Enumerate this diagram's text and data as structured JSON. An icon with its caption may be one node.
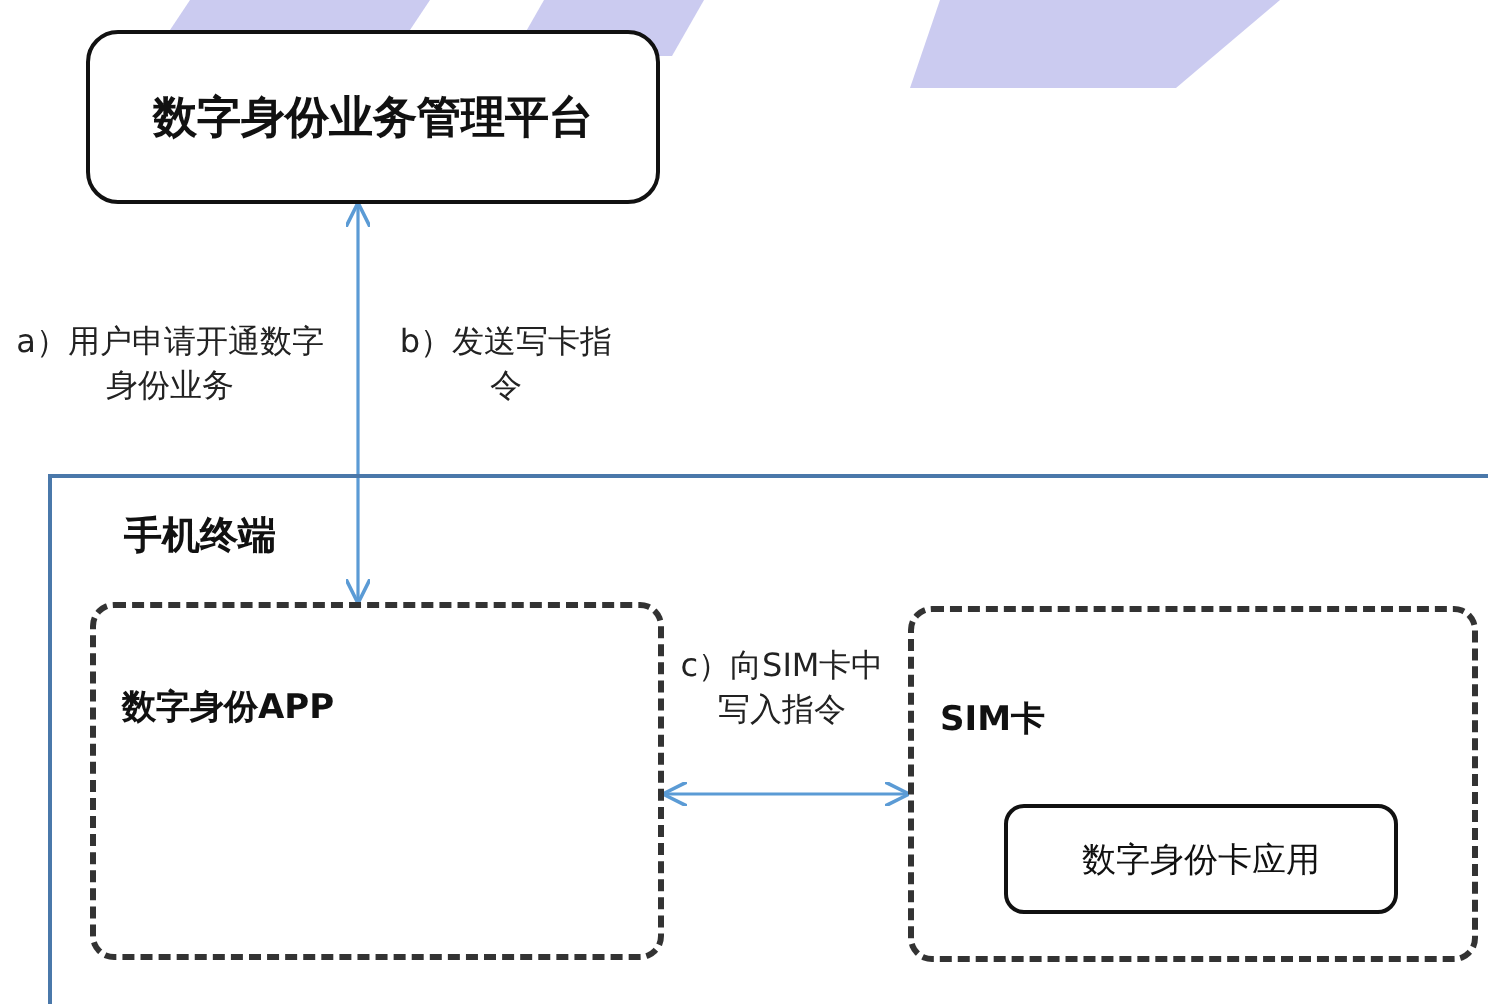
{
  "diagram": {
    "nodes": [
      {
        "text": [
          "数字身份业务管理平台"
        ]
      },
      {
        "text": [
          "手机终端"
        ]
      },
      {
        "text": [
          "数字身份APP"
        ],
        "in": 1
      },
      {
        "text": [
          "SIM卡"
        ],
        "in": 1
      },
      {
        "text": [
          "数字身份卡应用"
        ],
        "in": 3
      }
    ],
    "edges": [
      {
        "from": 0,
        "to": 2,
        "arrow": "both"
      },
      {
        "from": 2,
        "to": 3,
        "arrow": "both",
        "label": "c）向SIM卡中写入指令"
      }
    ],
    "labels": [
      "a）用户申请开通数字身份业务",
      "b）发送写卡指令"
    ]
  }
}
